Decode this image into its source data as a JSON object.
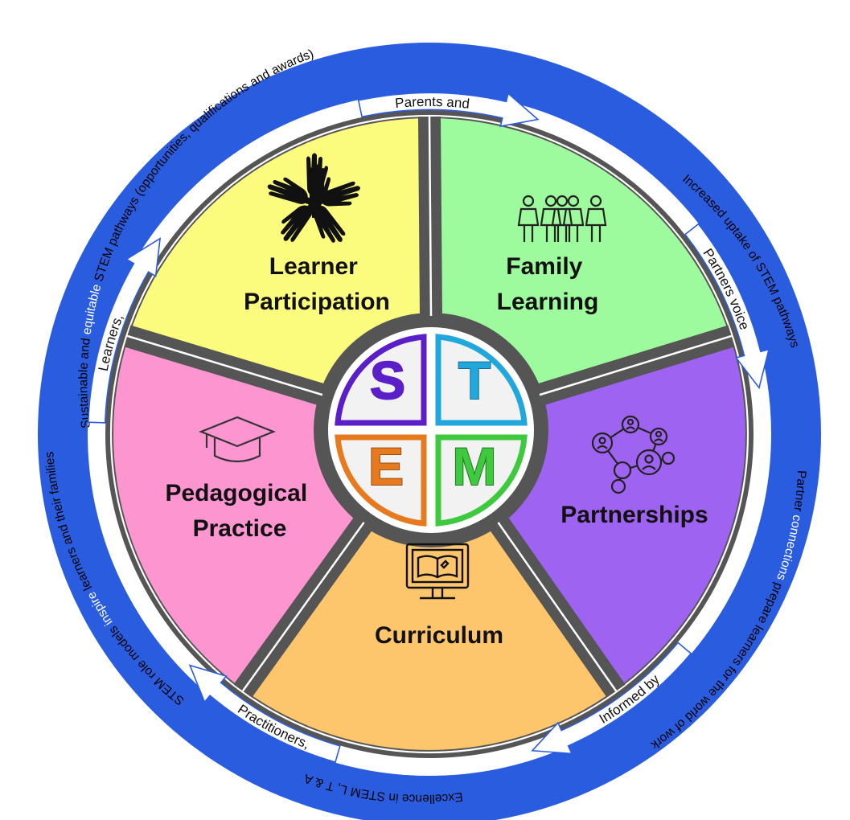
{
  "outer_ring": {
    "color": "#2a5ce0",
    "texts": [
      {
        "id": "top",
        "parts": [
          {
            "t": "Sustainable and "
          },
          {
            "t": "equitable",
            "hl": true
          },
          {
            "t": " STEM pathways (opportunities, qualifications and awards)"
          }
        ]
      },
      {
        "id": "right",
        "parts": [
          {
            "t": "Increased uptake of STEM pathways"
          }
        ]
      },
      {
        "id": "bottom-right",
        "parts": [
          {
            "t": "Partner "
          },
          {
            "t": "connections",
            "hl": true
          },
          {
            "t": " prepare learners for the world of work"
          }
        ]
      },
      {
        "id": "bottom",
        "parts": [
          {
            "t": "Excellence in STEM L, T & A"
          }
        ]
      },
      {
        "id": "left",
        "parts": [
          {
            "t": "STEM role models "
          },
          {
            "t": "inspire",
            "hl": true
          },
          {
            "t": " learners and their families"
          }
        ]
      }
    ]
  },
  "arrows": [
    {
      "id": "top",
      "label": "Parents and"
    },
    {
      "id": "right",
      "label": "Partners voice"
    },
    {
      "id": "bottom-right",
      "label": "Informed by"
    },
    {
      "id": "bottom-left",
      "label": "Practitioners,"
    },
    {
      "id": "left",
      "label": "Learners,"
    }
  ],
  "segments": [
    {
      "id": "learner",
      "label_lines": [
        "Learner",
        "Participation"
      ],
      "color": "#fbfb7e",
      "icon": "hands-icon"
    },
    {
      "id": "family",
      "label_lines": [
        "Family",
        "Learning"
      ],
      "color": "#9dfb9d",
      "icon": "family-icon"
    },
    {
      "id": "partnerships",
      "label_lines": [
        "Partnerships"
      ],
      "color": "#9e63f0",
      "icon": "network-icon"
    },
    {
      "id": "curriculum",
      "label_lines": [
        "Curriculum"
      ],
      "color": "#fdc66c",
      "icon": "computer-book-icon"
    },
    {
      "id": "pedagogical",
      "label_lines": [
        "Pedagogical",
        "Practice"
      ],
      "color": "#fd95d0",
      "icon": "graduation-cap-icon"
    }
  ],
  "stem": [
    {
      "id": "s",
      "letter": "S",
      "color": "#5a1fc8",
      "quad": "top-left"
    },
    {
      "id": "t",
      "letter": "T",
      "color": "#22a7dd",
      "quad": "top-right"
    },
    {
      "id": "e",
      "letter": "E",
      "color": "#e77a1f",
      "quad": "bottom-left"
    },
    {
      "id": "m",
      "letter": "M",
      "color": "#3ec93e",
      "quad": "bottom-right"
    }
  ]
}
